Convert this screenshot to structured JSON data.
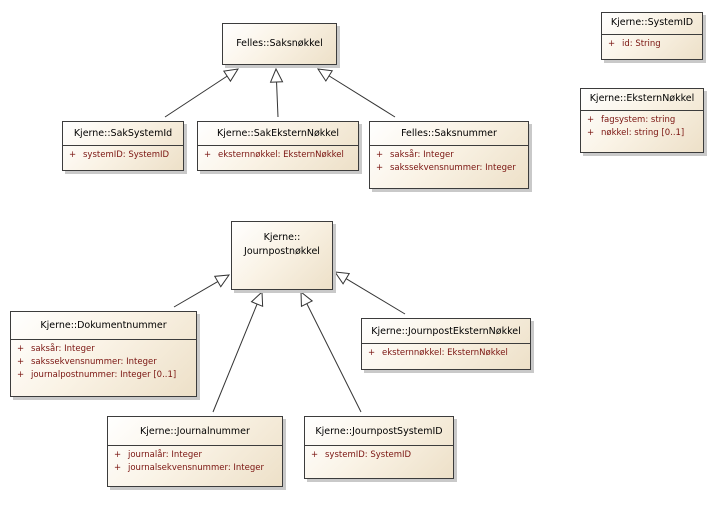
{
  "classes": {
    "felles_saksnokkel": {
      "name": "Felles::Saksnøkkel",
      "attributes": []
    },
    "kjerne_systemid": {
      "name": "Kjerne::SystemID",
      "attributes": [
        {
          "vis": "+",
          "text": "id:  String"
        }
      ]
    },
    "kjerne_eksternnokkel": {
      "name": "Kjerne::EksternNøkkel",
      "attributes": [
        {
          "vis": "+",
          "text": "fagsystem:  string"
        },
        {
          "vis": "+",
          "text": "nøkkel:  string [0..1]"
        }
      ]
    },
    "kjerne_saksystemid": {
      "name": "Kjerne::SakSystemId",
      "attributes": [
        {
          "vis": "+",
          "text": "systemID:  SystemID"
        }
      ]
    },
    "kjerne_sakeksternnokkel": {
      "name": "Kjerne::SakEksternNøkkel",
      "attributes": [
        {
          "vis": "+",
          "text": "eksternnøkkel:  EksternNøkkel"
        }
      ]
    },
    "felles_saksnummer": {
      "name": "Felles::Saksnummer",
      "attributes": [
        {
          "vis": "+",
          "text": "saksår:  Integer"
        },
        {
          "vis": "+",
          "text": "sakssekvensnummer:  Integer"
        }
      ]
    },
    "kjerne_journalpostnokkel": {
      "name": "Kjerne::\nJournpostnøkkel",
      "attributes": []
    },
    "kjerne_dokumentnummer": {
      "name": "Kjerne::Dokumentnummer",
      "attributes": [
        {
          "vis": "+",
          "text": "saksår:  Integer"
        },
        {
          "vis": "+",
          "text": "sakssekvensnummer:  Integer"
        },
        {
          "vis": "+",
          "text": "journalpostnummer:  Integer [0..1]"
        }
      ]
    },
    "kjerne_journalposteksternnokkel": {
      "name": "Kjerne::JournpostEksternNøkkel",
      "attributes": [
        {
          "vis": "+",
          "text": "eksternnøkkel:  EksternNøkkel"
        }
      ]
    },
    "kjerne_journalnummer": {
      "name": "Kjerne::Journalnummer",
      "attributes": [
        {
          "vis": "+",
          "text": "journalår:  Integer"
        },
        {
          "vis": "+",
          "text": "journalsekvensnummer:  Integer"
        }
      ]
    },
    "kjerne_journalpostsystemid": {
      "name": "Kjerne::JournpostSystemID",
      "attributes": [
        {
          "vis": "+",
          "text": "systemID:  SystemID"
        }
      ]
    }
  },
  "generalizations": [
    {
      "from": "kjerne_saksystemid",
      "to": "felles_saksnokkel"
    },
    {
      "from": "kjerne_sakeksternnokkel",
      "to": "felles_saksnokkel"
    },
    {
      "from": "felles_saksnummer",
      "to": "felles_saksnokkel"
    },
    {
      "from": "kjerne_dokumentnummer",
      "to": "kjerne_journalpostnokkel"
    },
    {
      "from": "kjerne_journalnummer",
      "to": "kjerne_journalpostnokkel"
    },
    {
      "from": "kjerne_journalpostsystemid",
      "to": "kjerne_journalpostnokkel"
    },
    {
      "from": "kjerne_journalposteksternnokkel",
      "to": "kjerne_journalpostnokkel"
    }
  ]
}
